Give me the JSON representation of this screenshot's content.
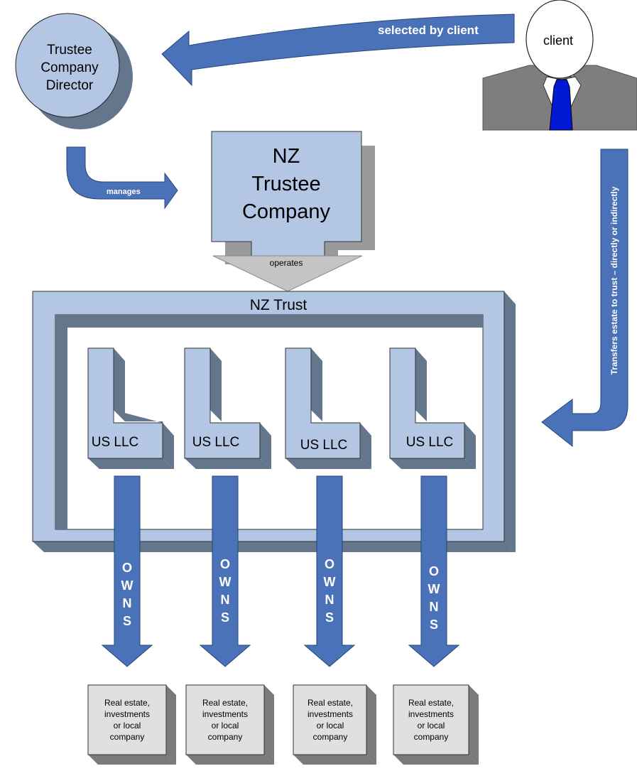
{
  "director": {
    "lines": [
      "Trustee",
      "Company",
      "Director"
    ]
  },
  "client": {
    "label": "client"
  },
  "arrows": {
    "selected_by_client": "selected by client",
    "manages": "manages",
    "operates": "operates",
    "transfers": "Transfers estate to trust – directly or indirectly",
    "owns_letters": [
      "O",
      "W",
      "N",
      "S"
    ]
  },
  "nz_trustee_company": {
    "lines": [
      "NZ",
      "Trustee",
      "Company"
    ]
  },
  "nz_trust": {
    "label": "NZ Trust"
  },
  "llcs": [
    {
      "label": "US LLC"
    },
    {
      "label": "US LLC"
    },
    {
      "label": "US LLC"
    },
    {
      "label": "US LLC"
    }
  ],
  "assets": [
    {
      "lines": [
        "Real estate,",
        "investments",
        "or local",
        "company"
      ]
    },
    {
      "lines": [
        "Real estate,",
        "investments",
        "or local",
        "company"
      ]
    },
    {
      "lines": [
        "Real estate,",
        "investments",
        "or local",
        "company"
      ]
    },
    {
      "lines": [
        "Real estate,",
        "investments",
        "or local",
        "company"
      ]
    }
  ],
  "colors": {
    "box_fill": "#b3c6e3",
    "box_side": "#64768c",
    "box_dark": "#55667a",
    "arrow_blue": "#4a72b8",
    "shadow_gray": "#9a9a9a",
    "asset_fill": "#e0e0e0",
    "asset_side": "#7a7a7a",
    "suit_gray": "#7e7e7e",
    "tie_blue": "#0019d4"
  }
}
